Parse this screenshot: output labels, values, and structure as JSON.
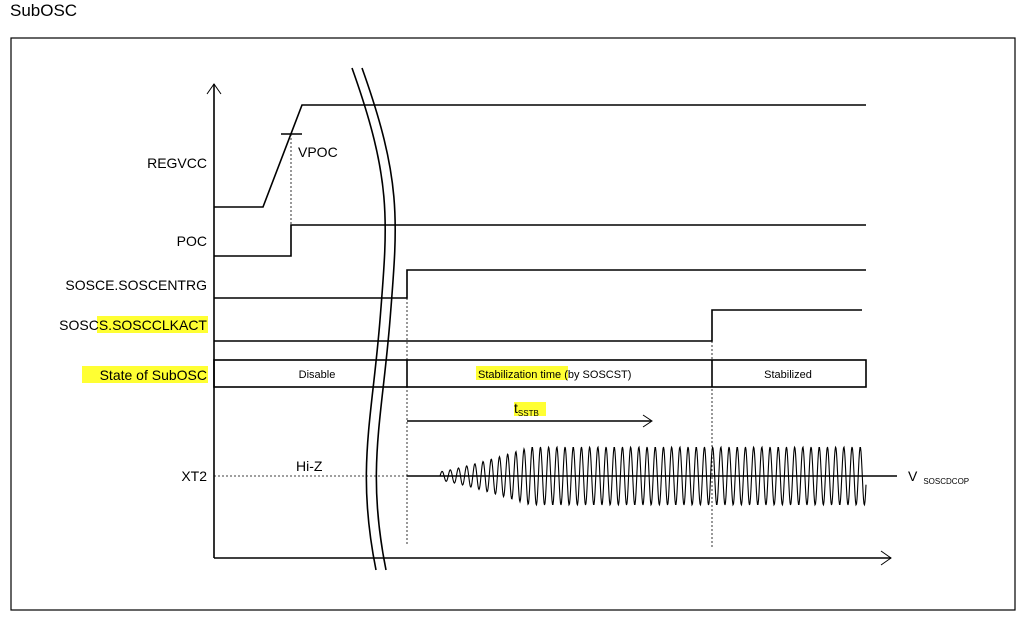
{
  "title": "SubOSC",
  "signals": {
    "regvcc": "REGVCC",
    "poc": "POC",
    "soscentrg": "SOSCE.SOSCENTRG",
    "sosclkact_prefix": "SOSCS.",
    "sosclkact_highlight": "SOSCCLKACT",
    "state": "State of SubOSC",
    "xt2": "XT2"
  },
  "annotations": {
    "vpoc": "VPOC",
    "hiz": "Hi-Z",
    "tsstb_main": "t",
    "tsstb_sub": "SSTB",
    "vsoscdcop_main": "V",
    "vsoscdcop_sub": "SOSCDCOP"
  },
  "states": {
    "disable": "Disable",
    "stab_highlight": "Stabilization time",
    "stab_suffix": " (by SOSCST)",
    "stabilized": "Stabilized"
  },
  "colors": {
    "highlight": "#ffff33",
    "line": "#000000"
  }
}
